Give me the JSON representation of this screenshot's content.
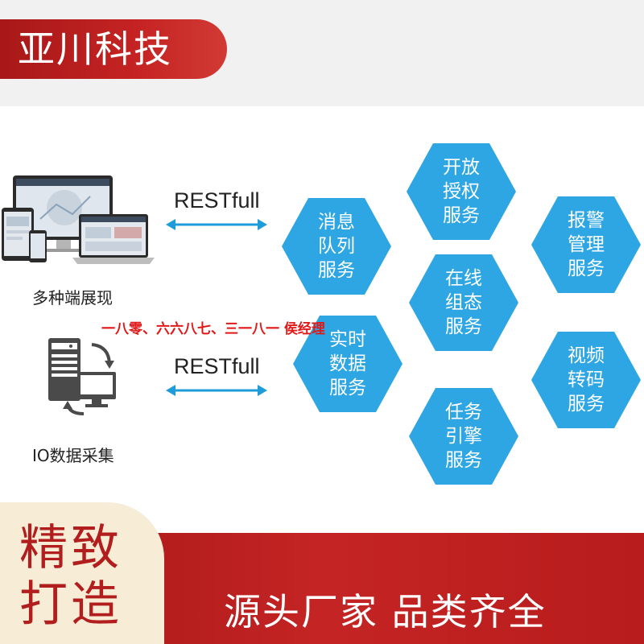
{
  "header": {
    "brand": "亚川科技"
  },
  "diagram": {
    "clients": [
      {
        "caption": "多种端展现",
        "protocol": "RESTfull"
      },
      {
        "caption": "IO数据采集",
        "protocol": "RESTfull"
      }
    ],
    "services": [
      {
        "lines": [
          "开放",
          "授权",
          "服务"
        ]
      },
      {
        "lines": [
          "消息",
          "队列",
          "服务"
        ]
      },
      {
        "lines": [
          "报警",
          "管理",
          "服务"
        ]
      },
      {
        "lines": [
          "在线",
          "组态",
          "服务"
        ]
      },
      {
        "lines": [
          "实时",
          "数据",
          "服务"
        ]
      },
      {
        "lines": [
          "视频",
          "转码",
          "服务"
        ]
      },
      {
        "lines": [
          "任务",
          "引擎",
          "服务"
        ]
      }
    ],
    "contact_note": "一八零、六六八七、三一八一 侯经理"
  },
  "footer": {
    "slogan_left": "精致打造",
    "slogan_right": "源头厂家 品类齐全"
  },
  "colors": {
    "hex_fill": "#2ea6e3",
    "arrow": "#1e9bd9",
    "brand_red": "#c22222",
    "cream": "#f7ecd6"
  }
}
